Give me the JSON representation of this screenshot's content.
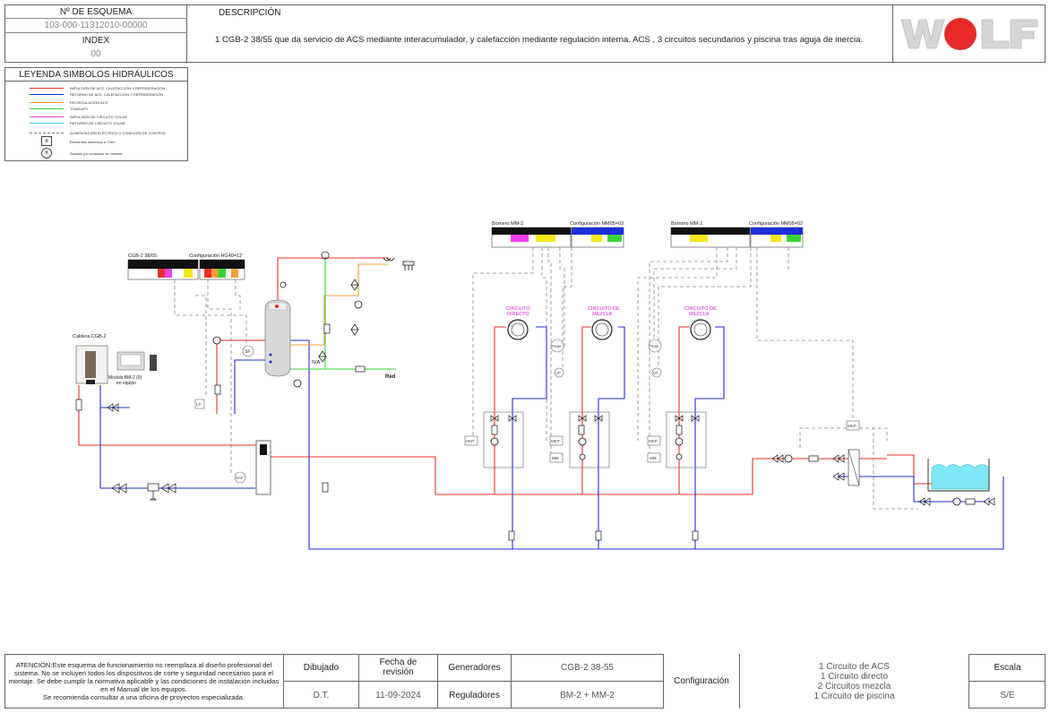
{
  "header": {
    "scheme_no_label": "Nº DE ESQUEMA",
    "scheme_no_value": "103-000-11312010-00000",
    "index_label": "INDEX",
    "index_value": "00",
    "description_label": "DESCRIPCIÓN",
    "description_text": "1 CGB-2 38/55 que da servicio de ACS mediante interacumulador, y calefacción mediante regulación interna. ACS , 3 circuitos secundarios y piscina  tras aguja de inercia.",
    "logo_text": "WOLF"
  },
  "legend": {
    "title": "LEYENDA SIMBOLOS HIDRÁULICOS",
    "items": [
      {
        "label": "IMPULSIÓN DE ACS, CALEFACCIÓN Y REFRIGERACIÓN",
        "color": "#e8302a"
      },
      {
        "label": "RETORNO DE ACS, CALEFACCIÓN Y REFRIGERACIÓN",
        "color": "#1f2ed8"
      },
      {
        "label": "RECIRCULACIÓN ACS",
        "color": "#f5a033"
      },
      {
        "label": "TOMA AFS",
        "color": "#3ad33a"
      },
      {
        "label": "IMPULSIÓN DE CIRCUITO SOLAR",
        "color": "#f03ef0"
      },
      {
        "label": "RETORNO DE CIRCUITO SOLAR",
        "color": "#44c8f0"
      },
      {
        "label": "ALIMENTACIÓN ELÉCTRICA O CONEXIÓN DE CONTROL",
        "color": "#777777"
      }
    ],
    "symbol_x_label": "Elementos eléctricos a 230V",
    "symbol_circle_label": "Sondas y/o contactos sin tensión"
  },
  "diagram": {
    "boiler_label": "Caldera CGB-2",
    "bm2_module_label_1": "Módulo BM-2 (0)",
    "bm2_module_label_2": "en equipo",
    "cgb_terminal_label": "CGB-2 38/55",
    "hg_config_label": "Configuración HG40=12",
    "bm2_a_label": "Bornero MM-2",
    "mm05_a_label": "Configuración MM05=03",
    "bm2_b_label": "Bornero MM-2",
    "mm05_b_label": "Configuración MM05=02",
    "circ1_label_1": "CIRCUITO",
    "circ1_label_2": "DIRECTO",
    "circ2_label_1": "CIRCUITO DE",
    "circ2_label_2": "MEZCLA",
    "circ3_label_1": "CIRCUITO DE",
    "circ3_label_2": "MEZCLA",
    "red_label": "Red",
    "na_label": "N/A",
    "sensor_sf": "SF",
    "sensor_saf": "SAF",
    "sensor_lp": "LP",
    "sensor_hkp": "HKP",
    "sensor_mkp": "MKP",
    "sensor_mm": "MM",
    "sensor_vf": "VF",
    "sensor_tmax": "Tmax"
  },
  "footer": {
    "warning": "ATENCIÓN:Este esquema de funcionamiento no reemplaza al diseño profesional del sistema. No se incluyen todos los dispositivos de corte y seguridad necesarios para el montaje. Se debe cumplir la normativa aplicable y las condiciones de instalación incluidas en el Manual de los equipos.",
    "warning2": "Se recomienda consultar a una oficina de proyectos especializada.",
    "dibujado_label": "Dibujado",
    "dibujado_value": "D.T.",
    "fecha_label": "Fecha de revisión",
    "fecha_value": "11-09-2024",
    "generadores_label": "Generadores",
    "generadores_value": "CGB-2 38-55",
    "reguladores_label": "Reguladores",
    "reguladores_value": "BM-2 + MM-2",
    "configuracion_label": "Configuración",
    "config_lines": [
      "1 Circuito de ACS",
      "1 Circuito directo",
      "2 Circuitos mezcla",
      "1 Circuito de piscina"
    ],
    "escala_label": "Escala",
    "escala_value": "S/E"
  }
}
